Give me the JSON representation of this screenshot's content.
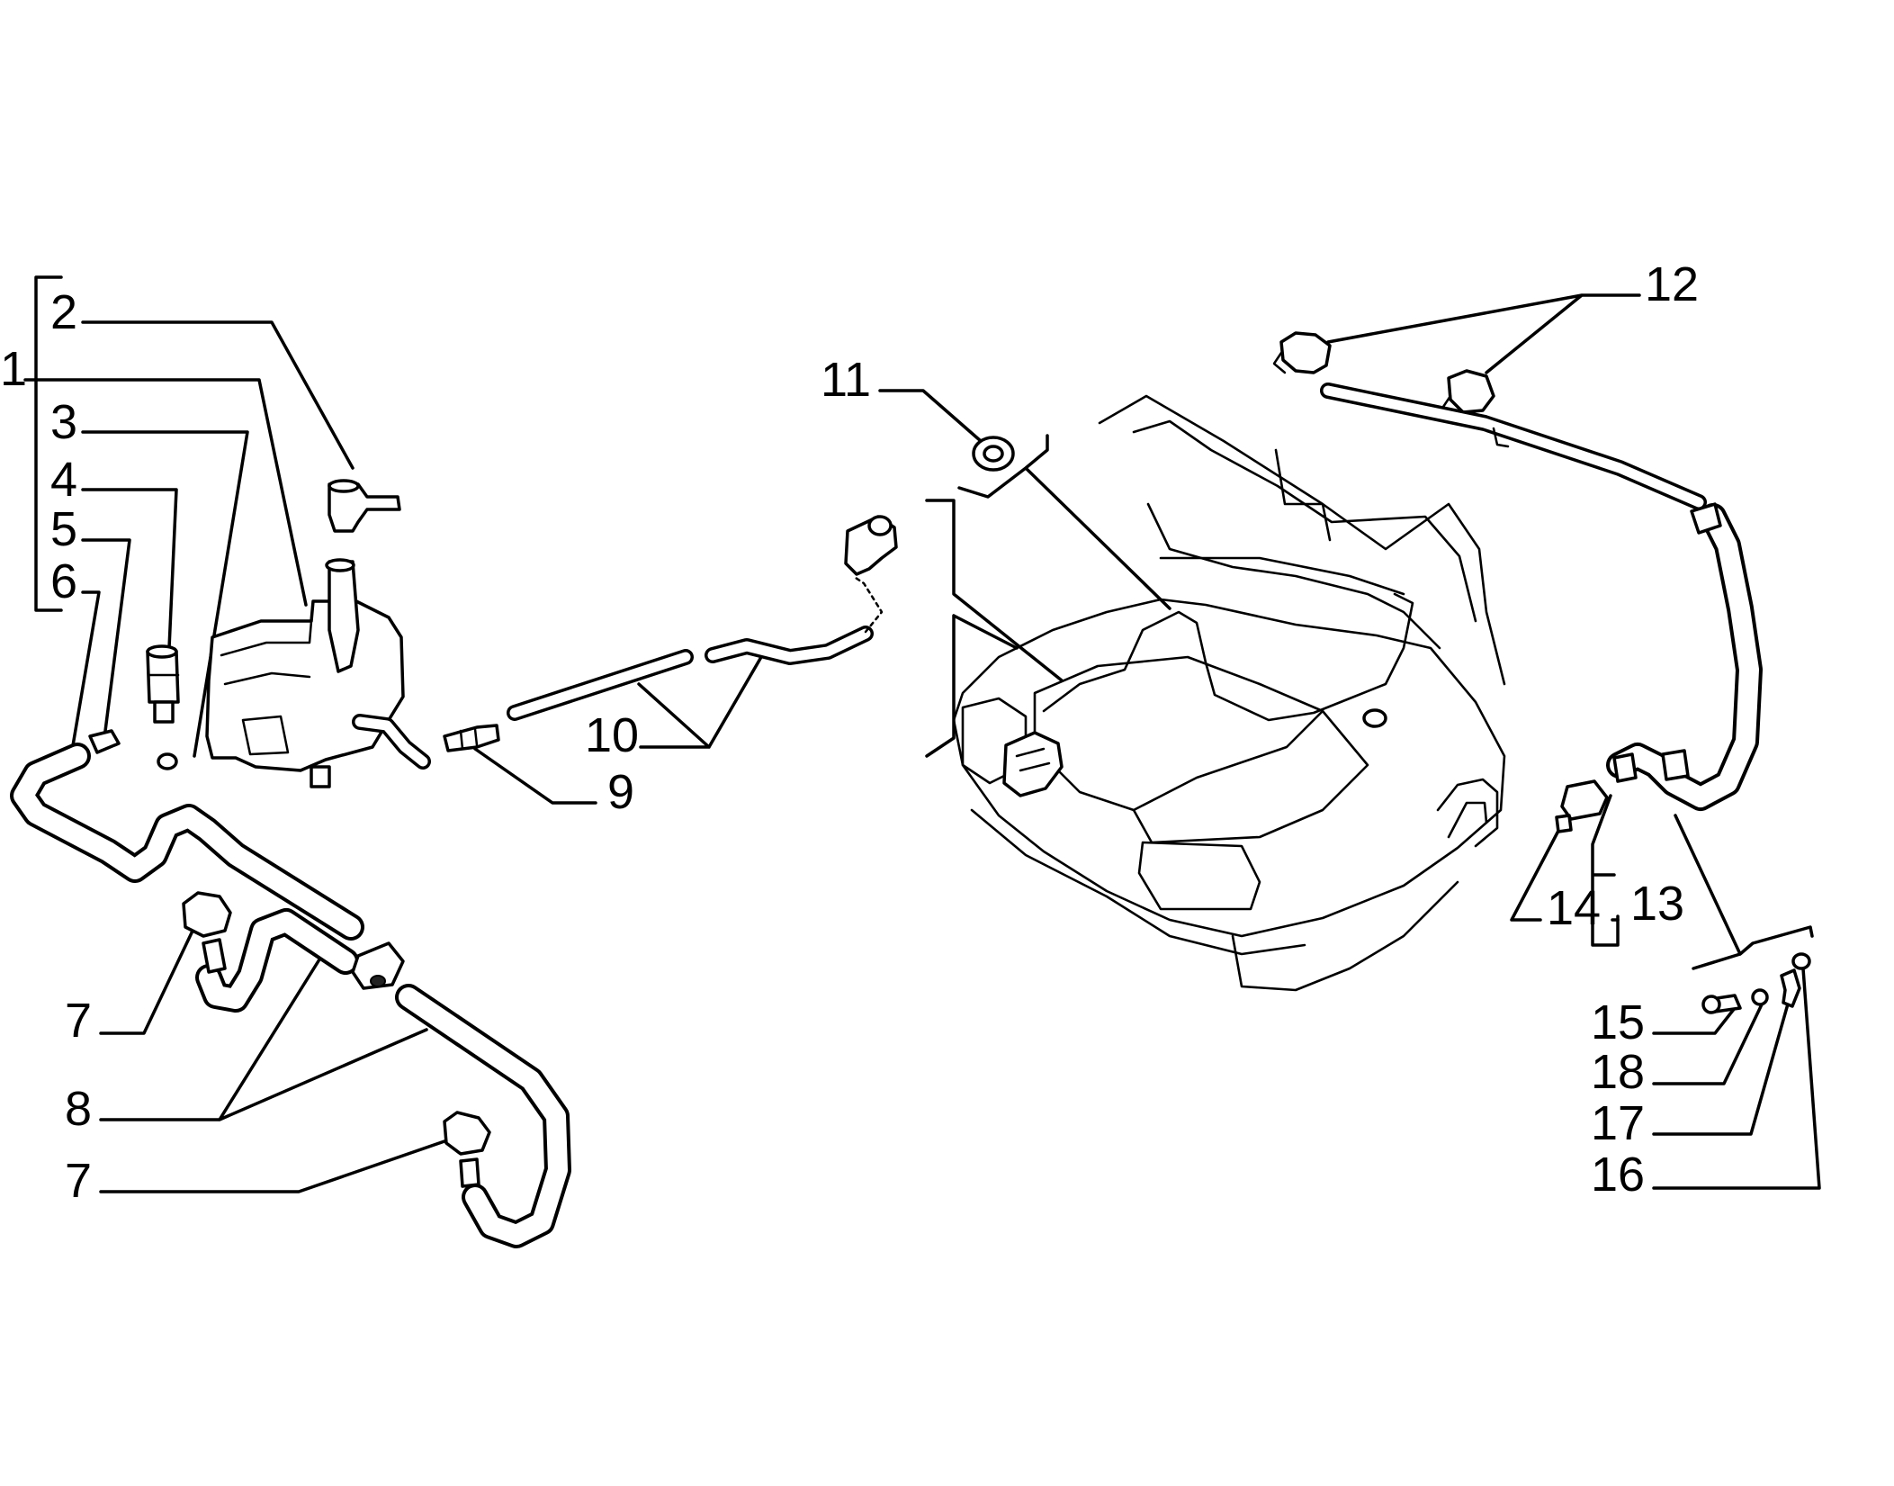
{
  "diagram": {
    "callouts": [
      {
        "id": "c1",
        "text": "1"
      },
      {
        "id": "c2",
        "text": "2"
      },
      {
        "id": "c3",
        "text": "3"
      },
      {
        "id": "c4",
        "text": "4"
      },
      {
        "id": "c5",
        "text": "5"
      },
      {
        "id": "c6",
        "text": "6"
      },
      {
        "id": "c7a",
        "text": "7"
      },
      {
        "id": "c7b",
        "text": "7"
      },
      {
        "id": "c8",
        "text": "8"
      },
      {
        "id": "c9",
        "text": "9"
      },
      {
        "id": "c10",
        "text": "10"
      },
      {
        "id": "c11",
        "text": "11"
      },
      {
        "id": "c12",
        "text": "12"
      },
      {
        "id": "c13",
        "text": "13"
      },
      {
        "id": "c14",
        "text": "14"
      },
      {
        "id": "c15",
        "text": "15"
      },
      {
        "id": "c16",
        "text": "16"
      },
      {
        "id": "c17",
        "text": "17"
      },
      {
        "id": "c18",
        "text": "18"
      }
    ]
  },
  "colors": {
    "ink": "#000000",
    "paper": "#ffffff"
  }
}
